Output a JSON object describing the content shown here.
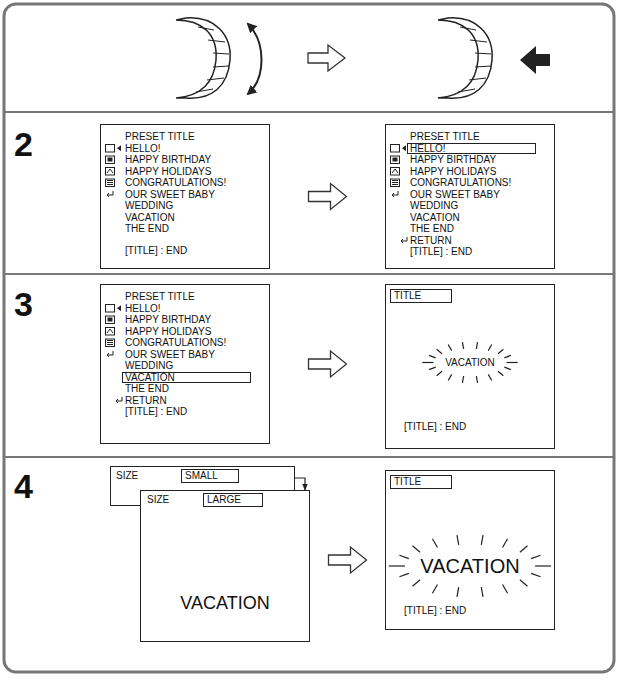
{
  "diagram": {
    "nodes": [
      {
        "text": [
          "PRESET TITLE",
          "HELLO!",
          "HAPPY BIRTHDAY",
          "HAPPY HOLIDAYS",
          "CONGRATULATIONS!",
          "OUR SWEET BABY",
          "WEDDING",
          "VACATION",
          "THE END",
          "[TITLE] : END"
        ]
      },
      {
        "text": [
          "PRESET TITLE",
          "HAPPY BIRTHDAY",
          "HAPPY HOLIDAYS",
          "CONGRATULATIONS!",
          "OUR SWEET BABY",
          "WEDDING",
          "VACATION",
          "THE END",
          "RETURN",
          "[TITLE] : END"
        ]
      },
      {
        "text": [
          "HELLO!"
        ],
        "in": 1
      },
      {
        "text": [
          "PRESET TITLE",
          "HELLO!",
          "HAPPY BIRTHDAY",
          "HAPPY HOLIDAYS",
          "CONGRATULATIONS!",
          "OUR SWEET BABY",
          "WEDDING",
          "THE END",
          "RETURN",
          "[TITLE] : END"
        ]
      },
      {
        "text": [
          "VACATION"
        ],
        "in": 3
      },
      {
        "text": [
          "VACATION",
          "[TITLE] : END"
        ]
      },
      {
        "text": [
          "TITLE"
        ],
        "in": 5
      },
      {
        "text": [
          "SIZE"
        ]
      },
      {
        "text": [
          "SMALL"
        ],
        "in": 7
      },
      {
        "text": [
          "SIZE",
          "VACATION"
        ]
      },
      {
        "text": [
          "LARGE"
        ],
        "in": 9
      },
      {
        "text": [
          "VACATION",
          "[TITLE] : END"
        ]
      },
      {
        "text": [
          "TITLE"
        ],
        "in": 11
      }
    ],
    "edges": [
      {
        "from": 0,
        "to": 1,
        "arrow": "to"
      },
      {
        "from": 3,
        "to": 5,
        "arrow": "to"
      },
      {
        "from": 7,
        "to": 9,
        "arrow": "to"
      },
      {
        "from": 9,
        "to": 11,
        "arrow": "to"
      }
    ],
    "labels": [
      "2",
      "3",
      "4"
    ]
  }
}
